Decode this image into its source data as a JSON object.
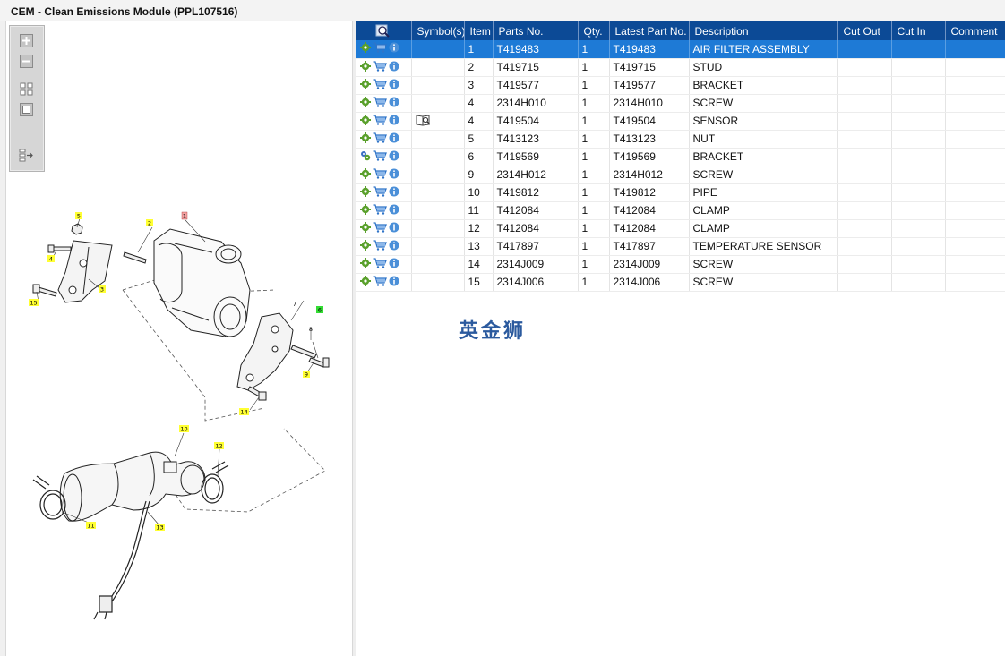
{
  "window": {
    "title": "CEM - Clean Emissions Module (PPL107516)"
  },
  "toolbox": {
    "icons": [
      "zoom-in-icon",
      "zoom-out-icon",
      "fit-all-icon",
      "fit-window-icon",
      "export-panel-icon"
    ]
  },
  "diagram": {
    "callouts": [
      {
        "id": "c1",
        "label": "1",
        "color": "#f4a3a3"
      },
      {
        "id": "c2",
        "label": "2",
        "color": "#ffff33"
      },
      {
        "id": "c3",
        "label": "3",
        "color": "#ffff33"
      },
      {
        "id": "c4",
        "label": "4",
        "color": "#ffff33"
      },
      {
        "id": "c5",
        "label": "5",
        "color": "#ffff33"
      },
      {
        "id": "c6",
        "label": "6",
        "color": "#33dd33"
      },
      {
        "id": "c7",
        "label": "7",
        "color": "none"
      },
      {
        "id": "c8",
        "label": "8",
        "color": "none"
      },
      {
        "id": "c9",
        "label": "9",
        "color": "#ffff33"
      },
      {
        "id": "c10",
        "label": "10",
        "color": "#ffff33"
      },
      {
        "id": "c11",
        "label": "11",
        "color": "#ffff33"
      },
      {
        "id": "c12",
        "label": "12",
        "color": "#ffff33"
      },
      {
        "id": "c13",
        "label": "13",
        "color": "#ffff33"
      },
      {
        "id": "c14",
        "label": "14",
        "color": "#ffff33"
      },
      {
        "id": "c15",
        "label": "15",
        "color": "#ffff33"
      }
    ]
  },
  "table": {
    "header_icon": "search-icon",
    "columns": [
      "Symbol(s)",
      "Item",
      "Parts No.",
      "Qty.",
      "Latest Part No.",
      "Description",
      "Cut Out",
      "Cut In",
      "Comment"
    ],
    "selected_index": 0,
    "rows": [
      {
        "status_icon": "gear-icon",
        "symbol": "",
        "item": "1",
        "part_no": "T419483",
        "qty": "1",
        "latest": "T419483",
        "desc": "AIR FILTER ASSEMBLY"
      },
      {
        "status_icon": "gear-icon",
        "symbol": "",
        "item": "2",
        "part_no": "T419715",
        "qty": "1",
        "latest": "T419715",
        "desc": "STUD"
      },
      {
        "status_icon": "gear-icon",
        "symbol": "",
        "item": "3",
        "part_no": "T419577",
        "qty": "1",
        "latest": "T419577",
        "desc": "BRACKET"
      },
      {
        "status_icon": "gear-icon",
        "symbol": "",
        "item": "4",
        "part_no": "2314H010",
        "qty": "1",
        "latest": "2314H010",
        "desc": "SCREW"
      },
      {
        "status_icon": "gear-icon",
        "symbol": "book-search-icon",
        "item": "4",
        "part_no": "T419504",
        "qty": "1",
        "latest": "T419504",
        "desc": "SENSOR"
      },
      {
        "status_icon": "gear-icon",
        "symbol": "",
        "item": "5",
        "part_no": "T413123",
        "qty": "1",
        "latest": "T413123",
        "desc": "NUT"
      },
      {
        "status_icon": "gears-icon",
        "symbol": "",
        "item": "6",
        "part_no": "T419569",
        "qty": "1",
        "latest": "T419569",
        "desc": "BRACKET"
      },
      {
        "status_icon": "gear-icon",
        "symbol": "",
        "item": "9",
        "part_no": "2314H012",
        "qty": "1",
        "latest": "2314H012",
        "desc": "SCREW"
      },
      {
        "status_icon": "gear-icon",
        "symbol": "",
        "item": "10",
        "part_no": "T419812",
        "qty": "1",
        "latest": "T419812",
        "desc": "PIPE"
      },
      {
        "status_icon": "gear-icon",
        "symbol": "",
        "item": "11",
        "part_no": "T412084",
        "qty": "1",
        "latest": "T412084",
        "desc": "CLAMP"
      },
      {
        "status_icon": "gear-icon",
        "symbol": "",
        "item": "12",
        "part_no": "T412084",
        "qty": "1",
        "latest": "T412084",
        "desc": "CLAMP"
      },
      {
        "status_icon": "gear-icon",
        "symbol": "",
        "item": "13",
        "part_no": "T417897",
        "qty": "1",
        "latest": "T417897",
        "desc": "TEMPERATURE SENSOR"
      },
      {
        "status_icon": "gear-icon",
        "symbol": "",
        "item": "14",
        "part_no": "2314J009",
        "qty": "1",
        "latest": "2314J009",
        "desc": "SCREW"
      },
      {
        "status_icon": "gear-icon",
        "symbol": "",
        "item": "15",
        "part_no": "2314J006",
        "qty": "1",
        "latest": "2314J006",
        "desc": "SCREW"
      }
    ],
    "row_icons": [
      "cart-icon",
      "info-icon"
    ]
  },
  "watermark": {
    "text": "英金狮"
  },
  "colors": {
    "header_blue": "#0c4a96",
    "selected_row": "#1e7ad6",
    "gear_green": "#5aa02c",
    "callout_yellow": "#ffff33"
  }
}
